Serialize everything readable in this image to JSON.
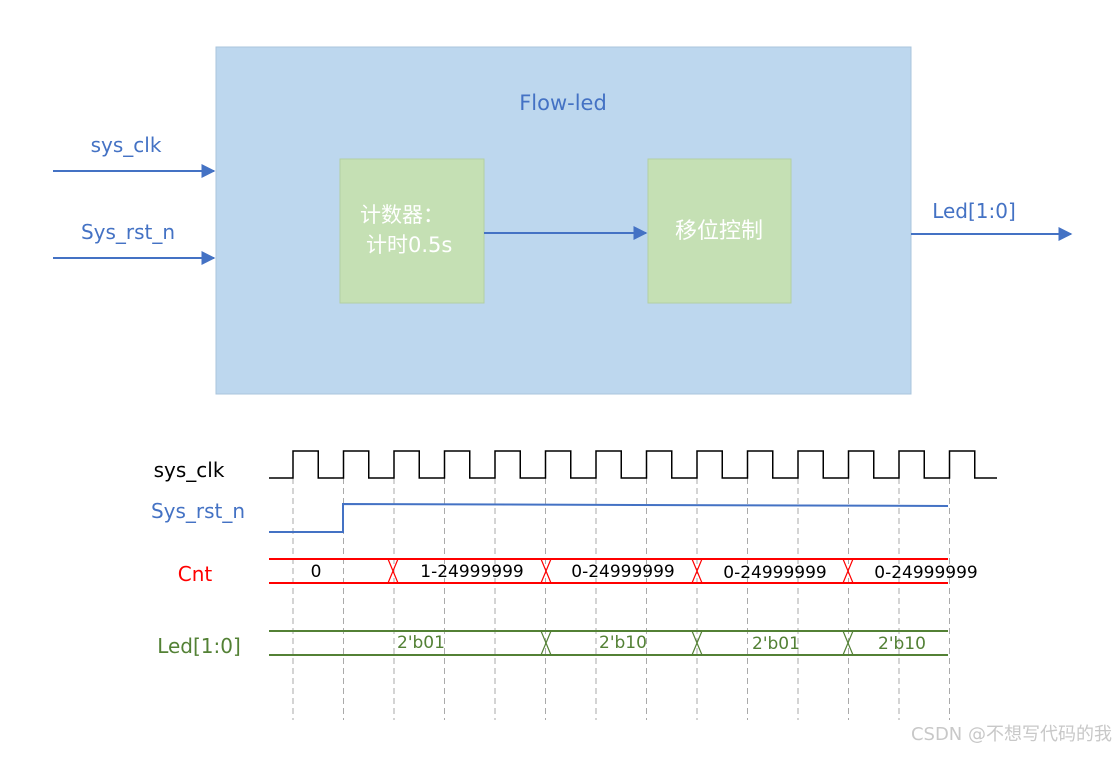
{
  "block_diagram": {
    "module_label": "Flow-led",
    "inputs": [
      {
        "label": "sys_clk"
      },
      {
        "label": "Sys_rst_n"
      }
    ],
    "output_label": "Led[1:0]",
    "counter_block": {
      "line1": "计数器：",
      "line2": "计时0.5s"
    },
    "shift_block": {
      "label": "移位控制"
    }
  },
  "timing_diagram": {
    "signals": {
      "clk": {
        "label": "sys_clk"
      },
      "rst": {
        "label": "Sys_rst_n"
      },
      "cnt": {
        "label": "Cnt",
        "values": [
          "0",
          "1-24999999",
          "0-24999999",
          "0-24999999",
          "0-24999999"
        ]
      },
      "led": {
        "label": "Led[1:0]",
        "values": [
          "2'b01",
          "2'b10",
          "2'b01",
          "2'b10"
        ]
      }
    },
    "clock_cycles": 14
  },
  "colors": {
    "module_fill": "#bdd7ee",
    "module_stroke": "#aac4dc",
    "sub_block_fill": "#c5e0b4",
    "sub_block_stroke": "#b4cfa3",
    "sub_block_text": "#ffffff",
    "arrow": "#4472c4",
    "blue_text": "#4472c4",
    "clk_line": "#000000",
    "rst_line": "#4472c4",
    "cnt_line": "#ff0000",
    "cnt_label": "#ff0000",
    "led_line": "#538135",
    "led_text": "#538135",
    "guide_line": "#aaaaaa"
  },
  "watermark": "CSDN @不想写代码的我"
}
